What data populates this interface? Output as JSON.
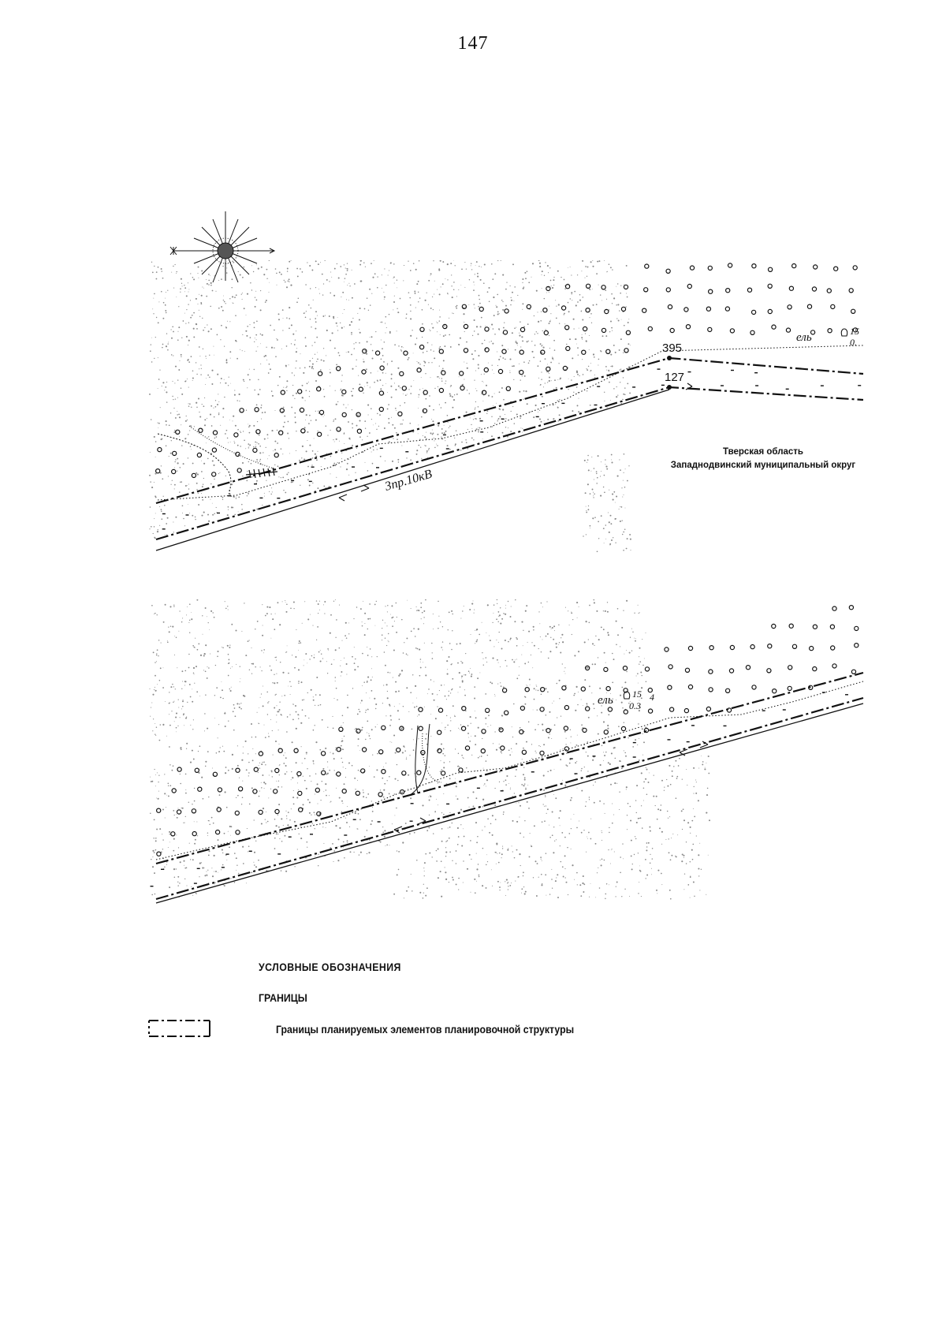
{
  "page": {
    "number": "147"
  },
  "map": {
    "compass": {
      "icon": "compass-rose-icon"
    },
    "top_panel": {
      "region_line1": "Тверская область",
      "region_line2": "Западнодвинский муниципальный округ",
      "power_line_label": "3пр.10кВ",
      "point_a": "395",
      "point_b": "127",
      "tree_label": "ель",
      "tree_value_top": "15",
      "tree_value_bottom": "0."
    },
    "bottom_panel": {
      "tree_label": "ель",
      "tree_value_top": "15",
      "tree_value_side": "4",
      "tree_value_bottom": "0.3"
    }
  },
  "legend": {
    "title": "УСЛОВНЫЕ ОБОЗНАЧЕНИЯ",
    "section": "ГРАНИЦЫ",
    "items": [
      {
        "symbol": "dash-dot-boundary-icon",
        "label": "Границы планируемых элементов планировочной структуры"
      }
    ]
  },
  "colors": {
    "ink": "#111111",
    "paper": "#ffffff",
    "stipple": "#8a8a8a"
  }
}
